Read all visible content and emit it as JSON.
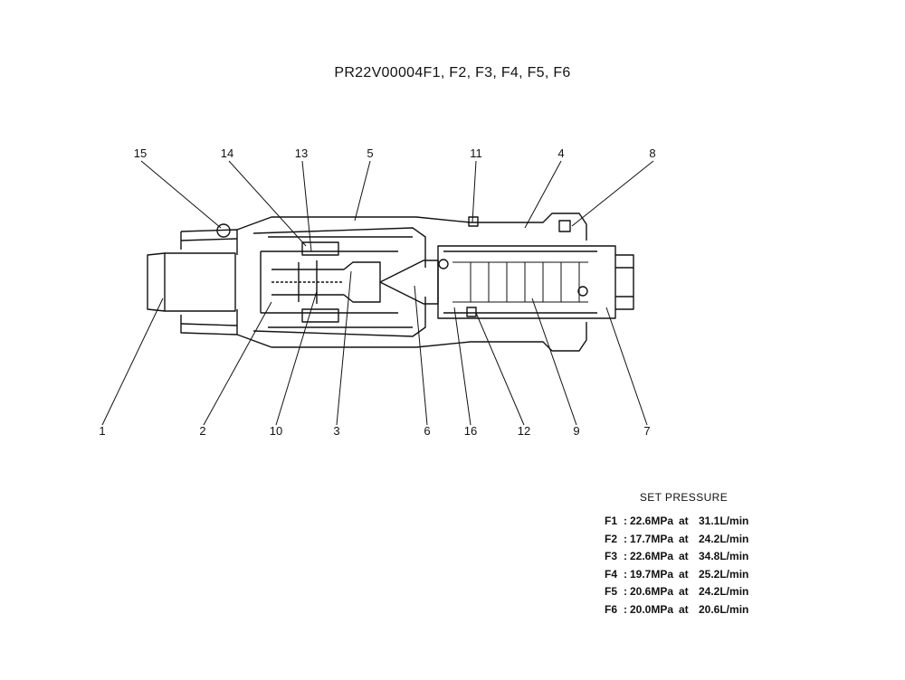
{
  "title": "PR22V00004F1, F2, F3, F4, F5, F6",
  "callouts": [
    "15",
    "14",
    "13",
    "5",
    "11",
    "4",
    "8",
    "1",
    "2",
    "10",
    "3",
    "6",
    "16",
    "12",
    "9",
    "7"
  ],
  "legend": {
    "title": "SET PRESSURE",
    "rows": [
      {
        "id": "F1",
        "sep": ":",
        "pressure": "22.6MPa",
        "at": "at",
        "flow": "31.1L/min"
      },
      {
        "id": "F2",
        "sep": ":",
        "pressure": "17.7MPa",
        "at": "at",
        "flow": "24.2L/min"
      },
      {
        "id": "F3",
        "sep": ":",
        "pressure": "22.6MPa",
        "at": "at",
        "flow": "34.8L/min"
      },
      {
        "id": "F4",
        "sep": ":",
        "pressure": "19.7MPa",
        "at": "at",
        "flow": "25.2L/min"
      },
      {
        "id": "F5",
        "sep": ":",
        "pressure": "20.6MPa",
        "at": "at",
        "flow": "24.2L/min"
      },
      {
        "id": "F6",
        "sep": ":",
        "pressure": "20.0MPa",
        "at": "at",
        "flow": "20.6L/min"
      }
    ]
  }
}
